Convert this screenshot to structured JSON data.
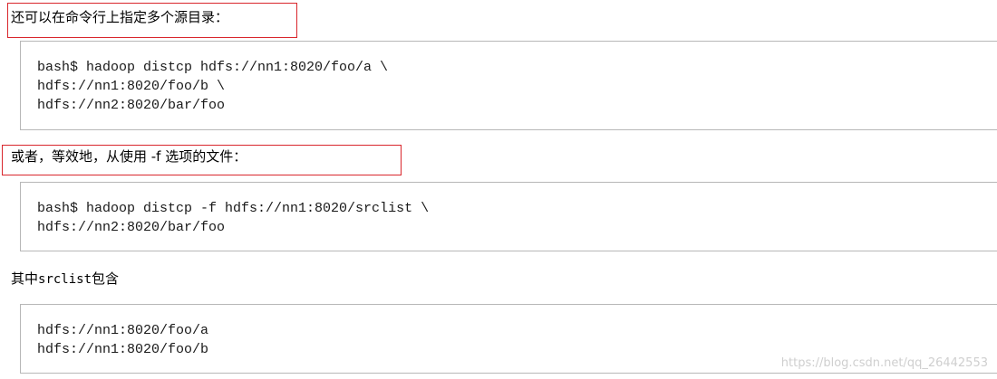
{
  "sections": [
    {
      "heading": "还可以在命令行上指定多个源目录：",
      "code_lines": [
        "bash$ hadoop distcp hdfs://nn1:8020/foo/a \\",
        "hdfs://nn1:8020/foo/b \\",
        "hdfs://nn2:8020/bar/foo"
      ]
    },
    {
      "heading": "或者，等效地，从使用 -f 选项的文件：",
      "code_lines": [
        "bash$ hadoop distcp -f hdfs://nn1:8020/srclist \\",
        "hdfs://nn2:8020/bar/foo"
      ]
    },
    {
      "heading_prefix": "其中",
      "heading_code": "srclist",
      "heading_suffix": "包含",
      "code_lines": [
        "hdfs://nn1:8020/foo/a",
        "hdfs://nn1:8020/foo/b"
      ]
    }
  ],
  "watermark": "https://blog.csdn.net/qq_26442553",
  "colors": {
    "highlight_border": "#d9262c",
    "code_border": "#b7b7b7",
    "watermark": "#cfcfcf"
  }
}
